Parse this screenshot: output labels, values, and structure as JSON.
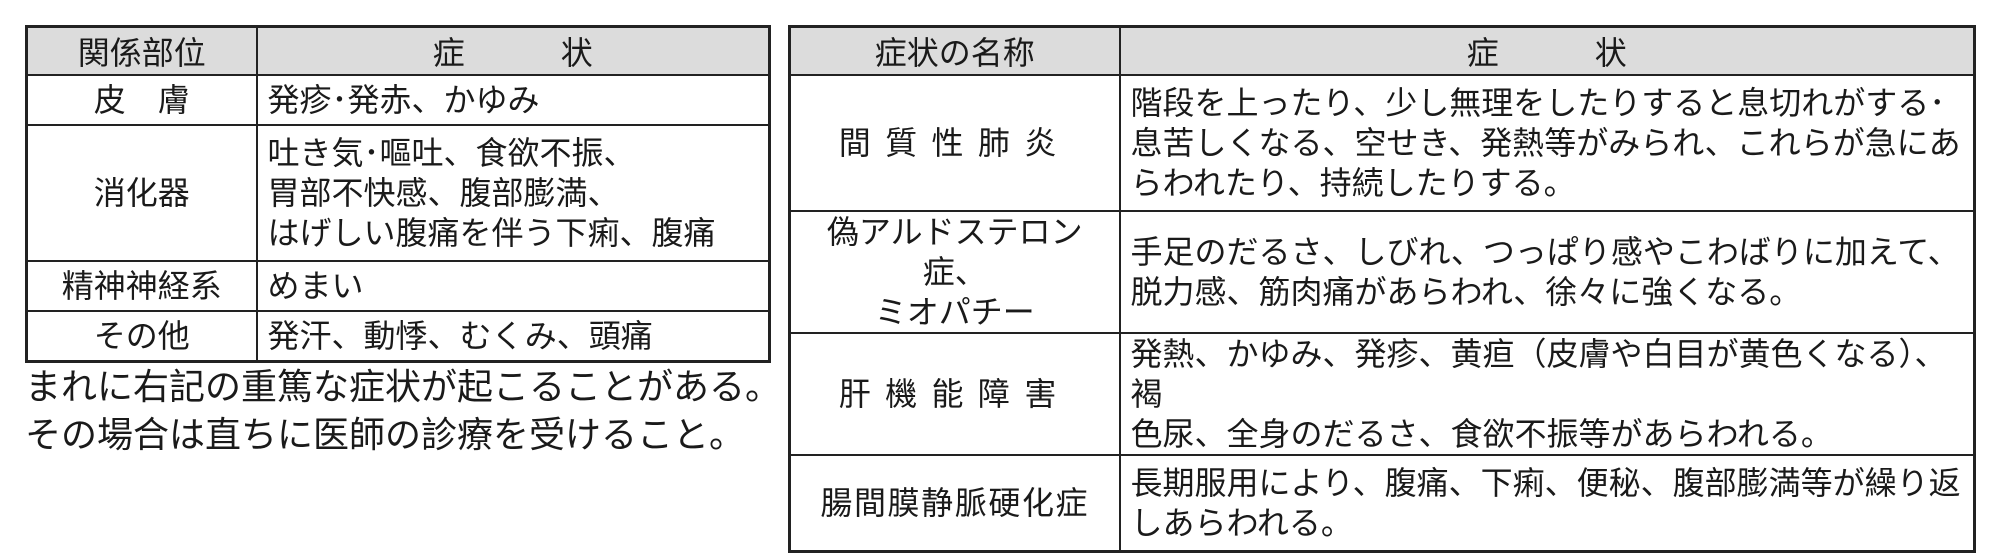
{
  "left_table": {
    "headers": [
      "関係部位",
      "症　　　状"
    ],
    "rows": [
      {
        "part": "皮　膚",
        "symptoms": [
          "発疹･発赤、かゆみ"
        ]
      },
      {
        "part": "消化器",
        "symptoms": [
          "吐き気･嘔吐、食欲不振、",
          "胃部不快感、腹部膨満、",
          "はげしい腹痛を伴う下痢、腹痛"
        ]
      },
      {
        "part": "精神神経系",
        "symptoms": [
          "めまい"
        ]
      },
      {
        "part": "その他",
        "symptoms": [
          "発汗、動悸、むくみ、頭痛"
        ]
      }
    ]
  },
  "note_lines": [
    "まれに右記の重篤な症状が起こることがある。",
    "その場合は直ちに医師の診療を受けること。"
  ],
  "right_table": {
    "headers": [
      "症状の名称",
      "症　　　状"
    ],
    "rows": [
      {
        "name": [
          "間質性肺炎"
        ],
        "spread": true,
        "symptoms": [
          "階段を上ったり、少し無理をしたりすると息切れがする･",
          "息苦しくなる、空せき、発熱等がみられ、これらが急にあ",
          "らわれたり、持続したりする。"
        ]
      },
      {
        "name": [
          "偽アルドステロン症、",
          "ミオパチー"
        ],
        "spread": false,
        "symptoms": [
          "手足のだるさ、しびれ、つっぱり感やこわばりに加えて、",
          "脱力感、筋肉痛があらわれ、徐々に強くなる。"
        ]
      },
      {
        "name": [
          "肝機能障害"
        ],
        "spread": true,
        "symptoms": [
          "発熱、かゆみ、発疹、黄疸（皮膚や白目が黄色くなる）、褐",
          "色尿、全身のだるさ、食欲不振等があらわれる。"
        ]
      },
      {
        "name": [
          "腸間膜静脈硬化症"
        ],
        "spread": false,
        "symptoms": [
          "長期服用により、腹痛、下痢、便秘、腹部膨満等が繰り返",
          "しあらわれる。"
        ]
      }
    ]
  }
}
